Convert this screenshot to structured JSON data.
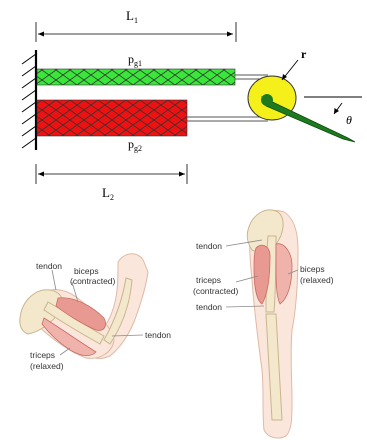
{
  "mechanism": {
    "length_upper": "L",
    "length_upper_sub": "1",
    "length_lower": "L",
    "length_lower_sub": "2",
    "pressure_upper": "p",
    "pressure_upper_sub": "g1",
    "pressure_lower": "p",
    "pressure_lower_sub": "g2",
    "radius_label": "r",
    "angle_label": "θ"
  },
  "arm_flexed": {
    "tendon_top": "tendon",
    "biceps": "biceps",
    "biceps_state": "(contracted)",
    "tendon_bottom": "tendon",
    "triceps": "triceps",
    "triceps_state": "(relaxed)"
  },
  "arm_extended": {
    "tendon_top": "tendon",
    "triceps": "triceps",
    "triceps_state": "(contracted)",
    "tendon_bottom": "tendon",
    "biceps": "biceps",
    "biceps_state": "(relaxed)"
  },
  "colors": {
    "green_muscle": "#39e639",
    "red_muscle": "#ee1111",
    "pulley": "#f5ef1a",
    "link": "#1e7a1e",
    "bone": "#f3e7cc",
    "skin": "#fbe6dc",
    "muscle": "#e89a92"
  }
}
